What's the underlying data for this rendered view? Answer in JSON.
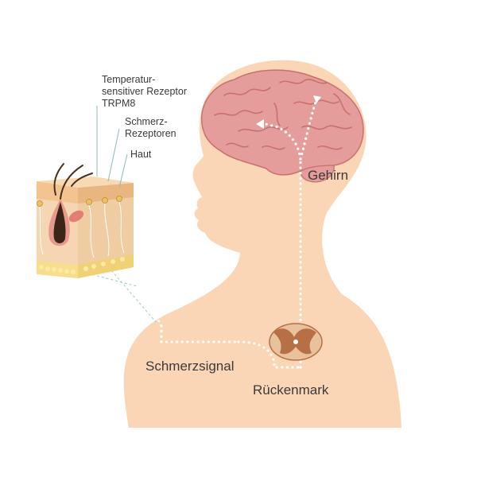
{
  "labels": {
    "receptor_temp": "Temperatur-\nsensitiver Rezeptor\nTRPM8",
    "receptor_pain": "Schmerz-\nRezeptoren",
    "skin": "Haut",
    "brain": "Gehirn",
    "pain_signal": "Schmerzsignal",
    "spinal_cord": "Rückenmark"
  },
  "colors": {
    "body": "#fbd6b6",
    "brain": "#e59d9b",
    "brain_dark": "#c9706f",
    "skin_top": "#f3c48f",
    "skin_dermis": "#f6d6b2",
    "fat": "#f7dd8c",
    "hair": "#4a2e1f",
    "spinal": "#b76f45",
    "spinal_light": "#e7c29c",
    "signal": "#ffffff",
    "text": "#3a3a3a"
  }
}
